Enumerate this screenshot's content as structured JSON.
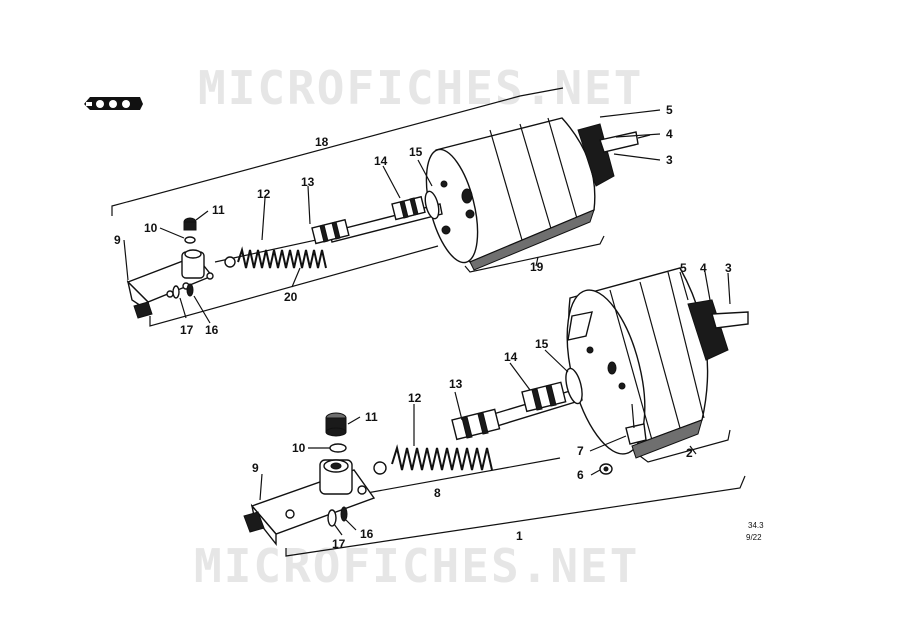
{
  "watermark": {
    "top": "MICROFICHES.NET",
    "bottom": "MICROFICHES.NET"
  },
  "page_ref": {
    "code": "34.3",
    "date": "9/22"
  },
  "upper_assembly": {
    "callouts": {
      "c18": "18",
      "c5": "5",
      "c4": "4",
      "c3": "3",
      "c15": "15",
      "c14": "14",
      "c13": "13",
      "c12": "12",
      "c11": "11",
      "c10": "10",
      "c9": "9",
      "c17": "17",
      "c16": "16",
      "c20": "20",
      "c19": "19"
    }
  },
  "lower_assembly": {
    "callouts": {
      "c5": "5",
      "c4": "4",
      "c3": "3",
      "c15": "15",
      "c14": "14",
      "c13": "13",
      "c12": "12",
      "c11": "11",
      "c10": "10",
      "c9": "9",
      "c7": "7",
      "c6": "6",
      "c2": "2",
      "c8": "8",
      "c1": "1",
      "c17": "17",
      "c16": "16"
    }
  },
  "icons": [
    "vehicle-logo-icon"
  ]
}
